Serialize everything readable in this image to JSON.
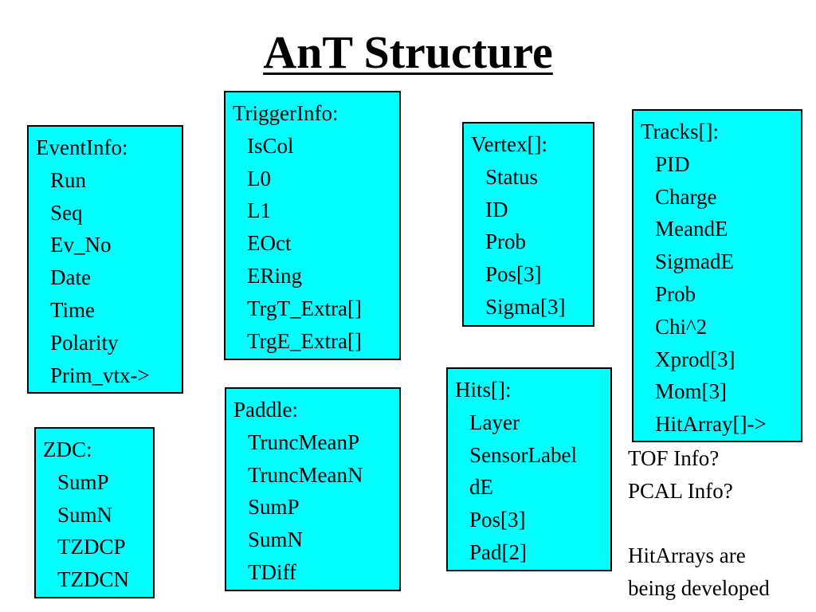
{
  "title": "AnT Structure",
  "colors": {
    "box_fill": "#00ffff",
    "box_border": "#000000",
    "text": "#000000",
    "background": "#ffffff"
  },
  "boxes": {
    "event_info": {
      "header": "EventInfo:",
      "items": [
        "Run",
        "Seq",
        "Ev_No",
        "Date",
        "Time",
        "Polarity",
        "Prim_vtx->"
      ]
    },
    "trigger_info": {
      "header": "TriggerInfo:",
      "items": [
        "IsCol",
        "L0",
        "L1",
        "EOct",
        "ERing",
        "TrgT_Extra[]",
        "TrgE_Extra[]"
      ]
    },
    "vertex": {
      "header": "Vertex[]:",
      "items": [
        "Status",
        "ID",
        "Prob",
        "Pos[3]",
        "Sigma[3]"
      ]
    },
    "tracks": {
      "header": "Tracks[]:",
      "items": [
        "PID",
        "Charge",
        "MeandE",
        "SigmadE",
        "Prob",
        "Chi^2",
        "Xprod[3]",
        "Mom[3]",
        "HitArray[]->"
      ]
    },
    "hits": {
      "header": "Hits[]:",
      "items": [
        "Layer",
        "SensorLabel",
        "dE",
        "Pos[3]",
        "Pad[2]"
      ]
    },
    "paddle": {
      "header": "Paddle:",
      "items": [
        "TruncMeanP",
        "TruncMeanN",
        "SumP",
        "SumN",
        "TDiff"
      ]
    },
    "zdc": {
      "header": "ZDC:",
      "items": [
        "SumP",
        "SumN",
        "TZDCP",
        "TZDCN"
      ]
    }
  },
  "notes": {
    "tof": "TOF Info?",
    "pcal": "PCAL Info?",
    "hitarrays_1": "HitArrays are",
    "hitarrays_2": "being developed"
  }
}
